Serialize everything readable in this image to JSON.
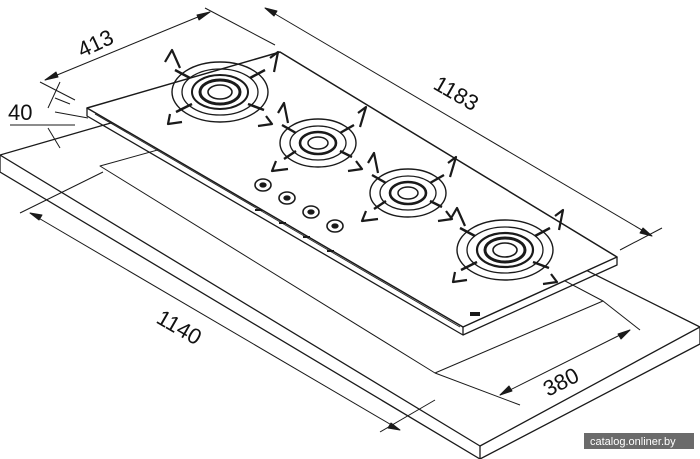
{
  "dimensions": {
    "depth_hob": "413",
    "thickness": "40",
    "width_hob": "1183",
    "width_cutout": "1140",
    "depth_cutout": "380"
  },
  "watermark": "catalog.onliner.by",
  "hob": {
    "burners": 4,
    "knobs": 4
  },
  "colors": {
    "line": "#1a1a1a",
    "background": "#ffffff",
    "watermark_bg": "#6b6b6b"
  }
}
